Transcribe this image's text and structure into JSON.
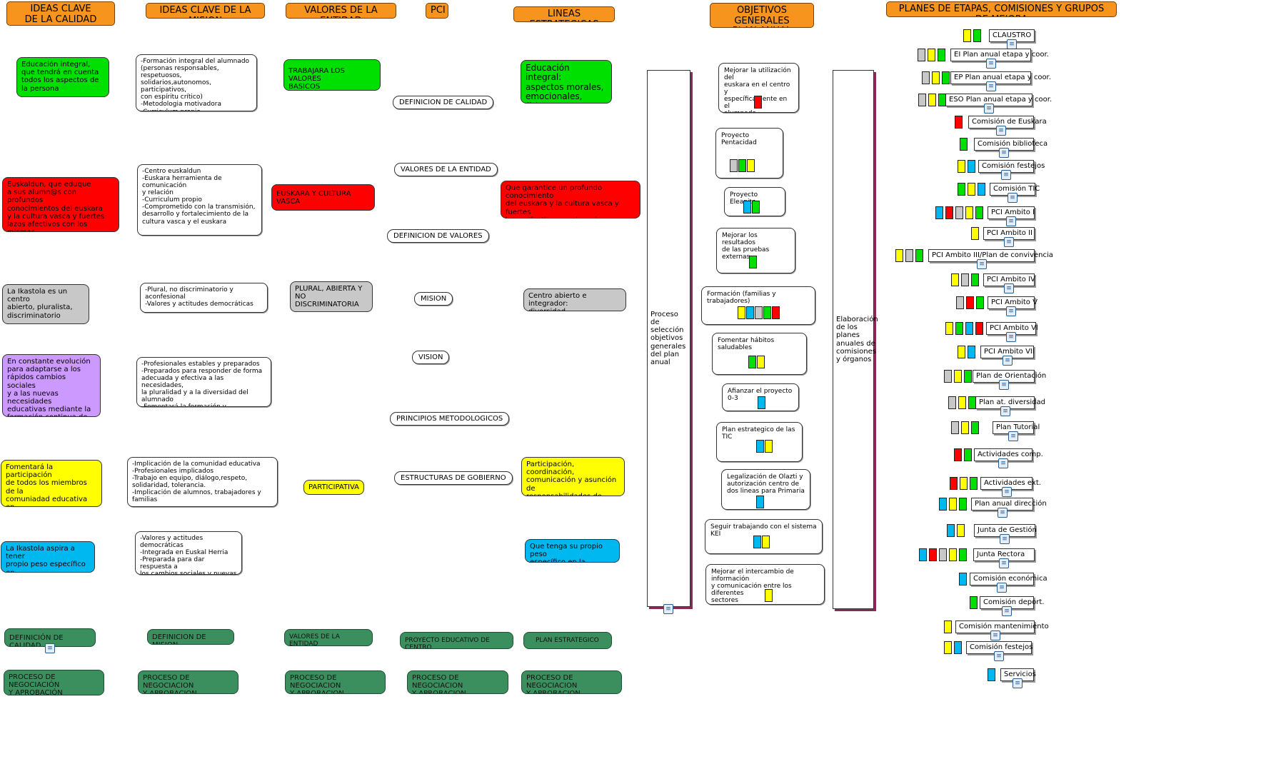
{
  "headers": {
    "ideas_calidad": "IDEAS CLAVE\nDE LA CALIDAD",
    "ideas_mision": "IDEAS CLAVE DE LA MISION",
    "valores": "VALORES DE LA ENTIDAD",
    "pci": "PCI",
    "lineas": "LINEAS ESTRATEGICAS",
    "objetivos": "OBJETIVOS GENERALES\nPLAN ANUAL",
    "planes": "PLANES DE ETAPAS, COMISIONES Y GRUPOS DE MEJORA"
  },
  "colors": {
    "green": "#00e000",
    "red": "#ff0000",
    "gray": "#c8c8c8",
    "purple": "#cc99ff",
    "yellow": "#ffff00",
    "cyan": "#00b8f0",
    "orange": "#f7941d",
    "dark_green": "#3b8f5e"
  },
  "calidad": [
    "Educación integral,\nque tendrá en cuenta\ntodos los aspectos de\nla persona",
    "Euskaldun, que eduque\na sus alumn@s con profundos\nconocimientos del euskara\ny la cultura vasca y fuertes\nlazos afectivos con los mismos.",
    "La Ikastola es un centro\nabierto, pluralista,\ndiscriminatorio",
    "En constante evolución\npara adaptarse a los\nrápidos cambios sociales\ny a las nuevas necesidades\neducativas mediante la\nformación continua de sus\nprofesionales",
    "Fomentará la participación\nde todos los miembros de la\ncomuniadad educativa en\nsu gestión y funcionamiento",
    "La Ikastola aspira a tener\npropio peso específico en\nsociedad"
  ],
  "mision": [
    "-Formación integral del alumnado\n(personas responsables, respetuosos,\nsolidarios,autonomos, participativos,\ncon espíritu crítico)\n-Metodologia motivadora\n-Curriculum propio\n-Enseñanza significativa",
    "-Centro euskaldun\n-Euskara herramienta de comunicación\ny relación\n-Curriculum propio\n-Comprometido con la transmisión,\ndesarrollo y fortalecimiento de la\ncultura vasca y el euskara",
    "-Plural, no discriminatorio y aconfesional\n-Valores y actitudes democráticas",
    "-Profesionales estables y preparados\n-Preparados para responder de forma\nadecuada y efectiva a las necesidades,\nla pluralidad y a la diversidad del alumnado\n-Fomentará la formación y actualización\nde sus profesionales",
    "-Implicación de la comunidad educativa\n-Profesionales implicados\n-Trabajo en equipo, diálogo,respeto,\nsolidaridad, tolerancia.\n-Implicación de alumnos, trabajadores y familias",
    "-Valores y actitudes democráticas\n-Integrada en Euskal Herria\n-Preparada para dar respuesta a\nlos cambios sociales y nuevas\nnecesidades que puedan surgir"
  ],
  "valores": [
    "TRABAJARA LOS VALORES\nBASICOS",
    "EUSKARA Y CULTURA VASCA",
    "PLURAL, ABIERTA Y\nNO DISCRIMINATORIA",
    "PARTICIPATIVA"
  ],
  "pci": [
    "DEFINICION DE CALIDAD",
    "VALORES DE LA ENTIDAD",
    "DEFINICION DE VALORES",
    "MISION",
    "VISION",
    "PRINCIPIOS METODOLOGICOS",
    "ESTRUCTURAS DE GOBIERNO"
  ],
  "lineas": [
    "Educación integral:\naspectos morales,\nemocionales, físicos,\nintelectuales",
    "Que garantice un profundo conocimiento\ndel euskara y la cultura vasca y fuertes\nlazos afectivos con los mismos estando\na su vez abierta al mundo",
    "Centro abierto e integrador:\ndiversidad",
    "Participación, coordinación,\ncomunicación y asunción de\nresponsabilidades de toda la\ncomunidad educativa,",
    "Que tenga su propio peso\nespecífico en la sociedad"
  ],
  "proceso_seleccion": "Proceso de\nselección\nobjetivos\ngenerales\ndel plan\nanual",
  "elaboracion": "Elaboración\nde los\nplanes\nanuales de\ncomisiones\ny órganos",
  "objetivos": [
    {
      "text": "Mejorar la utilización del\neuskara en el centro y\nespecíficamente en el\nalumnado",
      "colors": [
        "red"
      ]
    },
    {
      "text": "Proyecto Pentacidad",
      "colors": [
        "gray",
        "green",
        "yellow"
      ]
    },
    {
      "text": "Proyecto Eleanitz",
      "colors": [
        "cyan",
        "green"
      ]
    },
    {
      "text": "Mejorar los resultados\nde las pruebas externas",
      "colors": [
        "green"
      ]
    },
    {
      "text": "Formación (familias y trabajadores)",
      "colors": [
        "yellow",
        "cyan",
        "gray",
        "green",
        "red"
      ]
    },
    {
      "text": "Fomentar hábitos saludables",
      "colors": [
        "green",
        "yellow"
      ]
    },
    {
      "text": "Afianzar el proyecto 0-3",
      "colors": [
        "cyan"
      ]
    },
    {
      "text": "Plan estrategico de las TIC",
      "colors": [
        "cyan",
        "yellow"
      ]
    },
    {
      "text": "Legalización de Olazti y\nautorización centro de\ndos lineas para Primaria",
      "colors": [
        "cyan"
      ]
    },
    {
      "text": "Seguir trabajando con el sistema KEI",
      "colors": [
        "cyan",
        "yellow"
      ]
    },
    {
      "text": "Mejorar el intercambio de información\ny comunicación entre los diferentes\nsectores",
      "colors": [
        "yellow"
      ]
    }
  ],
  "planes": [
    {
      "label": "CLAUSTRO",
      "colors": [
        "yellow",
        "green"
      ]
    },
    {
      "label": "EI Plan anual etapa y coor.",
      "colors": [
        "gray",
        "yellow",
        "green"
      ]
    },
    {
      "label": "EP Plan anual etapa y coor.",
      "colors": [
        "gray",
        "yellow",
        "green"
      ]
    },
    {
      "label": "ESO Plan anual etapa y coor.",
      "colors": [
        "gray",
        "yellow",
        "green"
      ]
    },
    {
      "label": "Comisión de Euskara",
      "colors": [
        "red"
      ]
    },
    {
      "label": "Comisión biblioteca",
      "colors": [
        "green"
      ]
    },
    {
      "label": "Comisión festejos",
      "colors": [
        "yellow",
        "cyan"
      ]
    },
    {
      "label": "Comisión TIC",
      "colors": [
        "green",
        "yellow",
        "cyan"
      ]
    },
    {
      "label": "PCI Ambito I",
      "colors": [
        "cyan",
        "red",
        "gray",
        "yellow",
        "green"
      ]
    },
    {
      "label": "PCI Ambito II",
      "colors": [
        "yellow"
      ]
    },
    {
      "label": "PCI Ambito III/Plan de convivencia",
      "colors": [
        "yellow",
        "gray",
        "green"
      ]
    },
    {
      "label": "PCI Ambito IV",
      "colors": [
        "yellow",
        "gray",
        "green"
      ]
    },
    {
      "label": "PCI Ambito V",
      "colors": [
        "gray",
        "red",
        "green"
      ]
    },
    {
      "label": "PCI Ambito VI",
      "colors": [
        "yellow",
        "green",
        "cyan",
        "red"
      ]
    },
    {
      "label": "PCI Ambito VII",
      "colors": [
        "yellow",
        "cyan"
      ]
    },
    {
      "label": "Plan de Orientación",
      "colors": [
        "gray",
        "yellow",
        "green"
      ]
    },
    {
      "label": "Plan at. diversidad",
      "colors": [
        "gray",
        "yellow",
        "green"
      ]
    },
    {
      "label": "Plan Tutorial",
      "colors": [
        "gray",
        "yellow",
        "green"
      ]
    },
    {
      "label": "Actividades comp.",
      "colors": [
        "red",
        "green"
      ]
    },
    {
      "label": "Actividades ext.",
      "colors": [
        "red",
        "yellow",
        "green"
      ]
    },
    {
      "label": "Plan anual dirección",
      "colors": [
        "cyan",
        "yellow",
        "green"
      ]
    },
    {
      "label": "Junta de Gestión",
      "colors": [
        "cyan",
        "yellow"
      ]
    },
    {
      "label": "Junta Rectora",
      "colors": [
        "cyan",
        "red",
        "gray",
        "yellow",
        "green"
      ]
    },
    {
      "label": "Comisión económica",
      "colors": [
        "cyan"
      ]
    },
    {
      "label": "Comisión deport.",
      "colors": [
        "green"
      ]
    },
    {
      "label": "Comisión mantenimiento",
      "colors": [
        "yellow"
      ]
    },
    {
      "label": "Comisión festejos",
      "colors": [
        "yellow",
        "cyan"
      ]
    },
    {
      "label": "Servicios",
      "colors": [
        "cyan"
      ]
    }
  ],
  "bottom": {
    "row1": [
      "DEFINICIÓN DE CALIDAD",
      "DEFINICION DE MISION",
      "VALORES DE LA ENTIDAD",
      "PROYECTO EDUCATIVO DE CENTRO",
      "PLAN ESTRATEGICO"
    ],
    "row2": "PROCESO DE NEGOCIACIÓN\nY APROBACIÓN",
    "row2_alt": "PROCESO DE NEGOCIACION\nY APROBACION"
  }
}
